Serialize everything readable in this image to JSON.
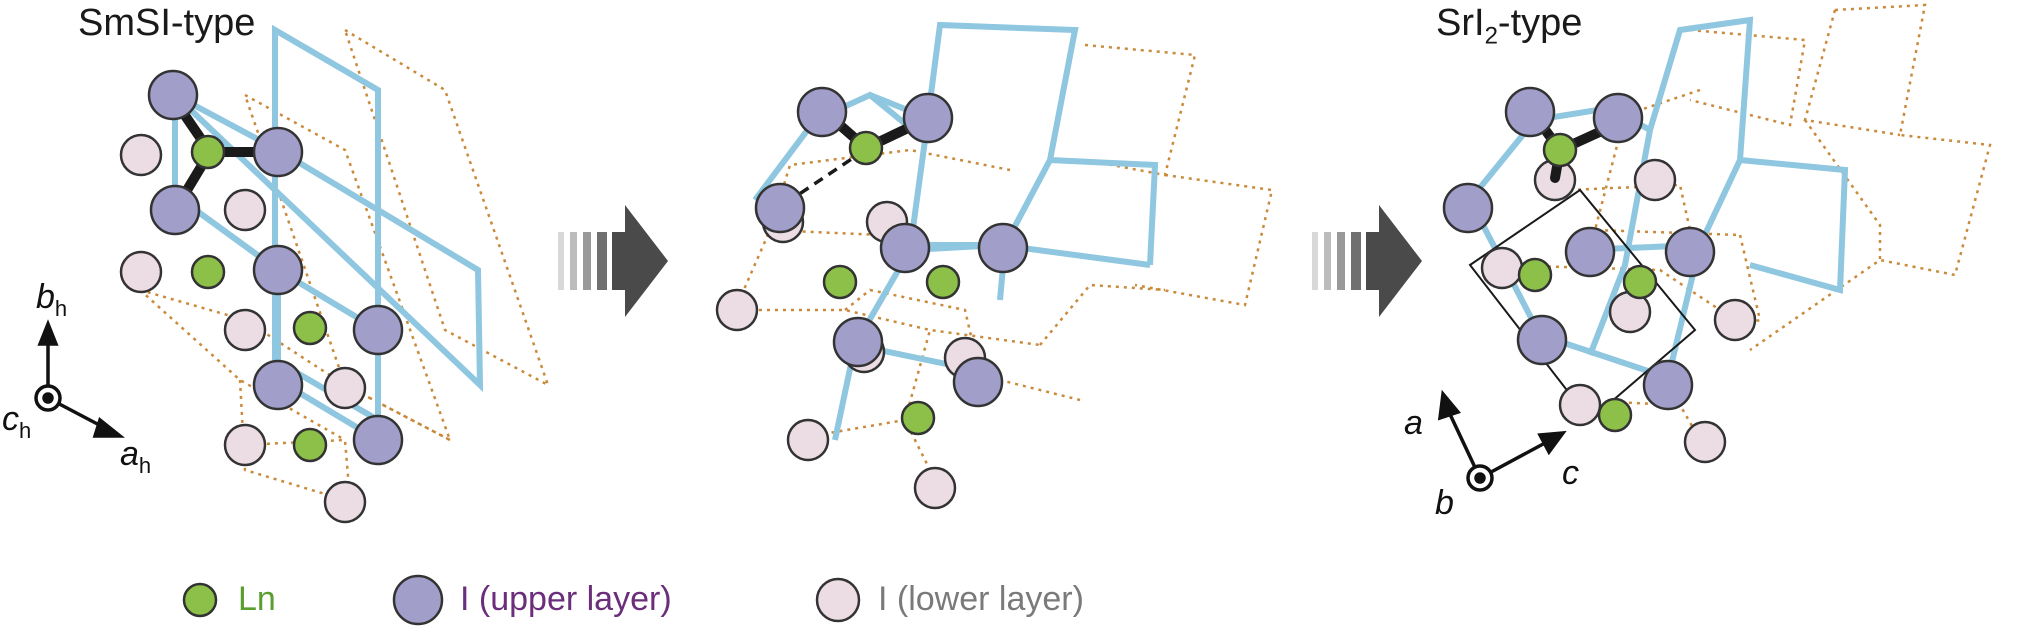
{
  "panels": {
    "left_title": "SmSI-type",
    "right_title_main": "SrI",
    "right_title_sub": "2",
    "right_title_suffix": "-type"
  },
  "axes_hex": {
    "b": "b",
    "b_sub": "h",
    "c": "c",
    "c_sub": "h",
    "a": "a",
    "a_sub": "h"
  },
  "axes_ortho": {
    "a": "a",
    "b": "b",
    "c": "c"
  },
  "legend": {
    "ln": {
      "label": "Ln",
      "color": "#5a9e2f"
    },
    "upper": {
      "label": "I (upper layer)",
      "color": "#6b2e7a"
    },
    "lower": {
      "label": "I (lower layer)",
      "color": "#7a7a7a"
    }
  },
  "colors": {
    "ln_fill": "#8dc048",
    "upper_fill": "#a19fc9",
    "lower_fill": "#ecdde5",
    "blue_frame": "#8fc6e0",
    "orange_frame": "#c98a3c",
    "bond": "#1a1a1a"
  }
}
